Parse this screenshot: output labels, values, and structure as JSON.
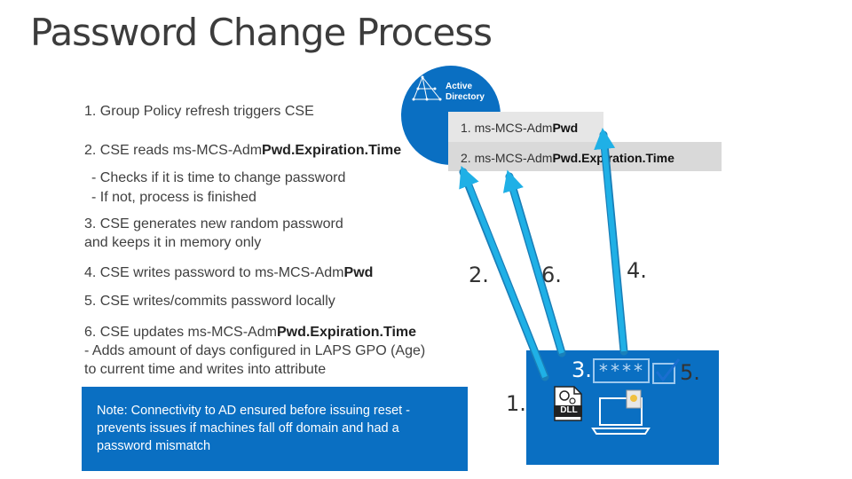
{
  "title": "Password Change Process",
  "active_directory": {
    "line1": "Active",
    "line2": "Directory"
  },
  "attributes": {
    "attr1_prefix": "1. ms-MCS-Adm",
    "attr1_bold": "Pwd",
    "attr2_prefix": "2. ms-MCS-Adm",
    "attr2_bold": "Pwd.Expiration.Time"
  },
  "steps": {
    "s1": "1. Group Policy refresh triggers CSE",
    "s2_prefix": "2. CSE reads ms-MCS-Adm",
    "s2_bold": "Pwd.Expiration.Time",
    "s2_sub1": "- Checks if it is time to change password",
    "s2_sub2": "- If not, process is finished",
    "s3_line1": "3. CSE generates new random password",
    "s3_line2": "and keeps it in memory only",
    "s4_prefix": "4. CSE writes password to ms-MCS-Adm",
    "s4_bold": "Pwd",
    "s5": "5. CSE writes/commits password locally",
    "s6_prefix": "6. CSE updates ms-MCS-Adm",
    "s6_bold": "Pwd.Expiration.Time",
    "s6_sub1": "- Adds amount of days configured in LAPS GPO (Age)",
    "s6_sub2": "to current time and writes into attribute"
  },
  "note": {
    "line1": "Note: Connectivity to AD ensured before issuing reset -",
    "line2": "prevents issues if machines fall off domain and had a",
    "line3": "password mismatch"
  },
  "arrow_labels": {
    "two": "2.",
    "six": "6.",
    "four": "4.",
    "one": "1.",
    "three": "3.",
    "five": "5."
  },
  "password_mask": "****",
  "dll_label": "DLL",
  "colors": {
    "accent_blue": "#0a6fc2",
    "arrow_cyan": "#1fb0e6",
    "gray_box": "#e0e0e0"
  }
}
